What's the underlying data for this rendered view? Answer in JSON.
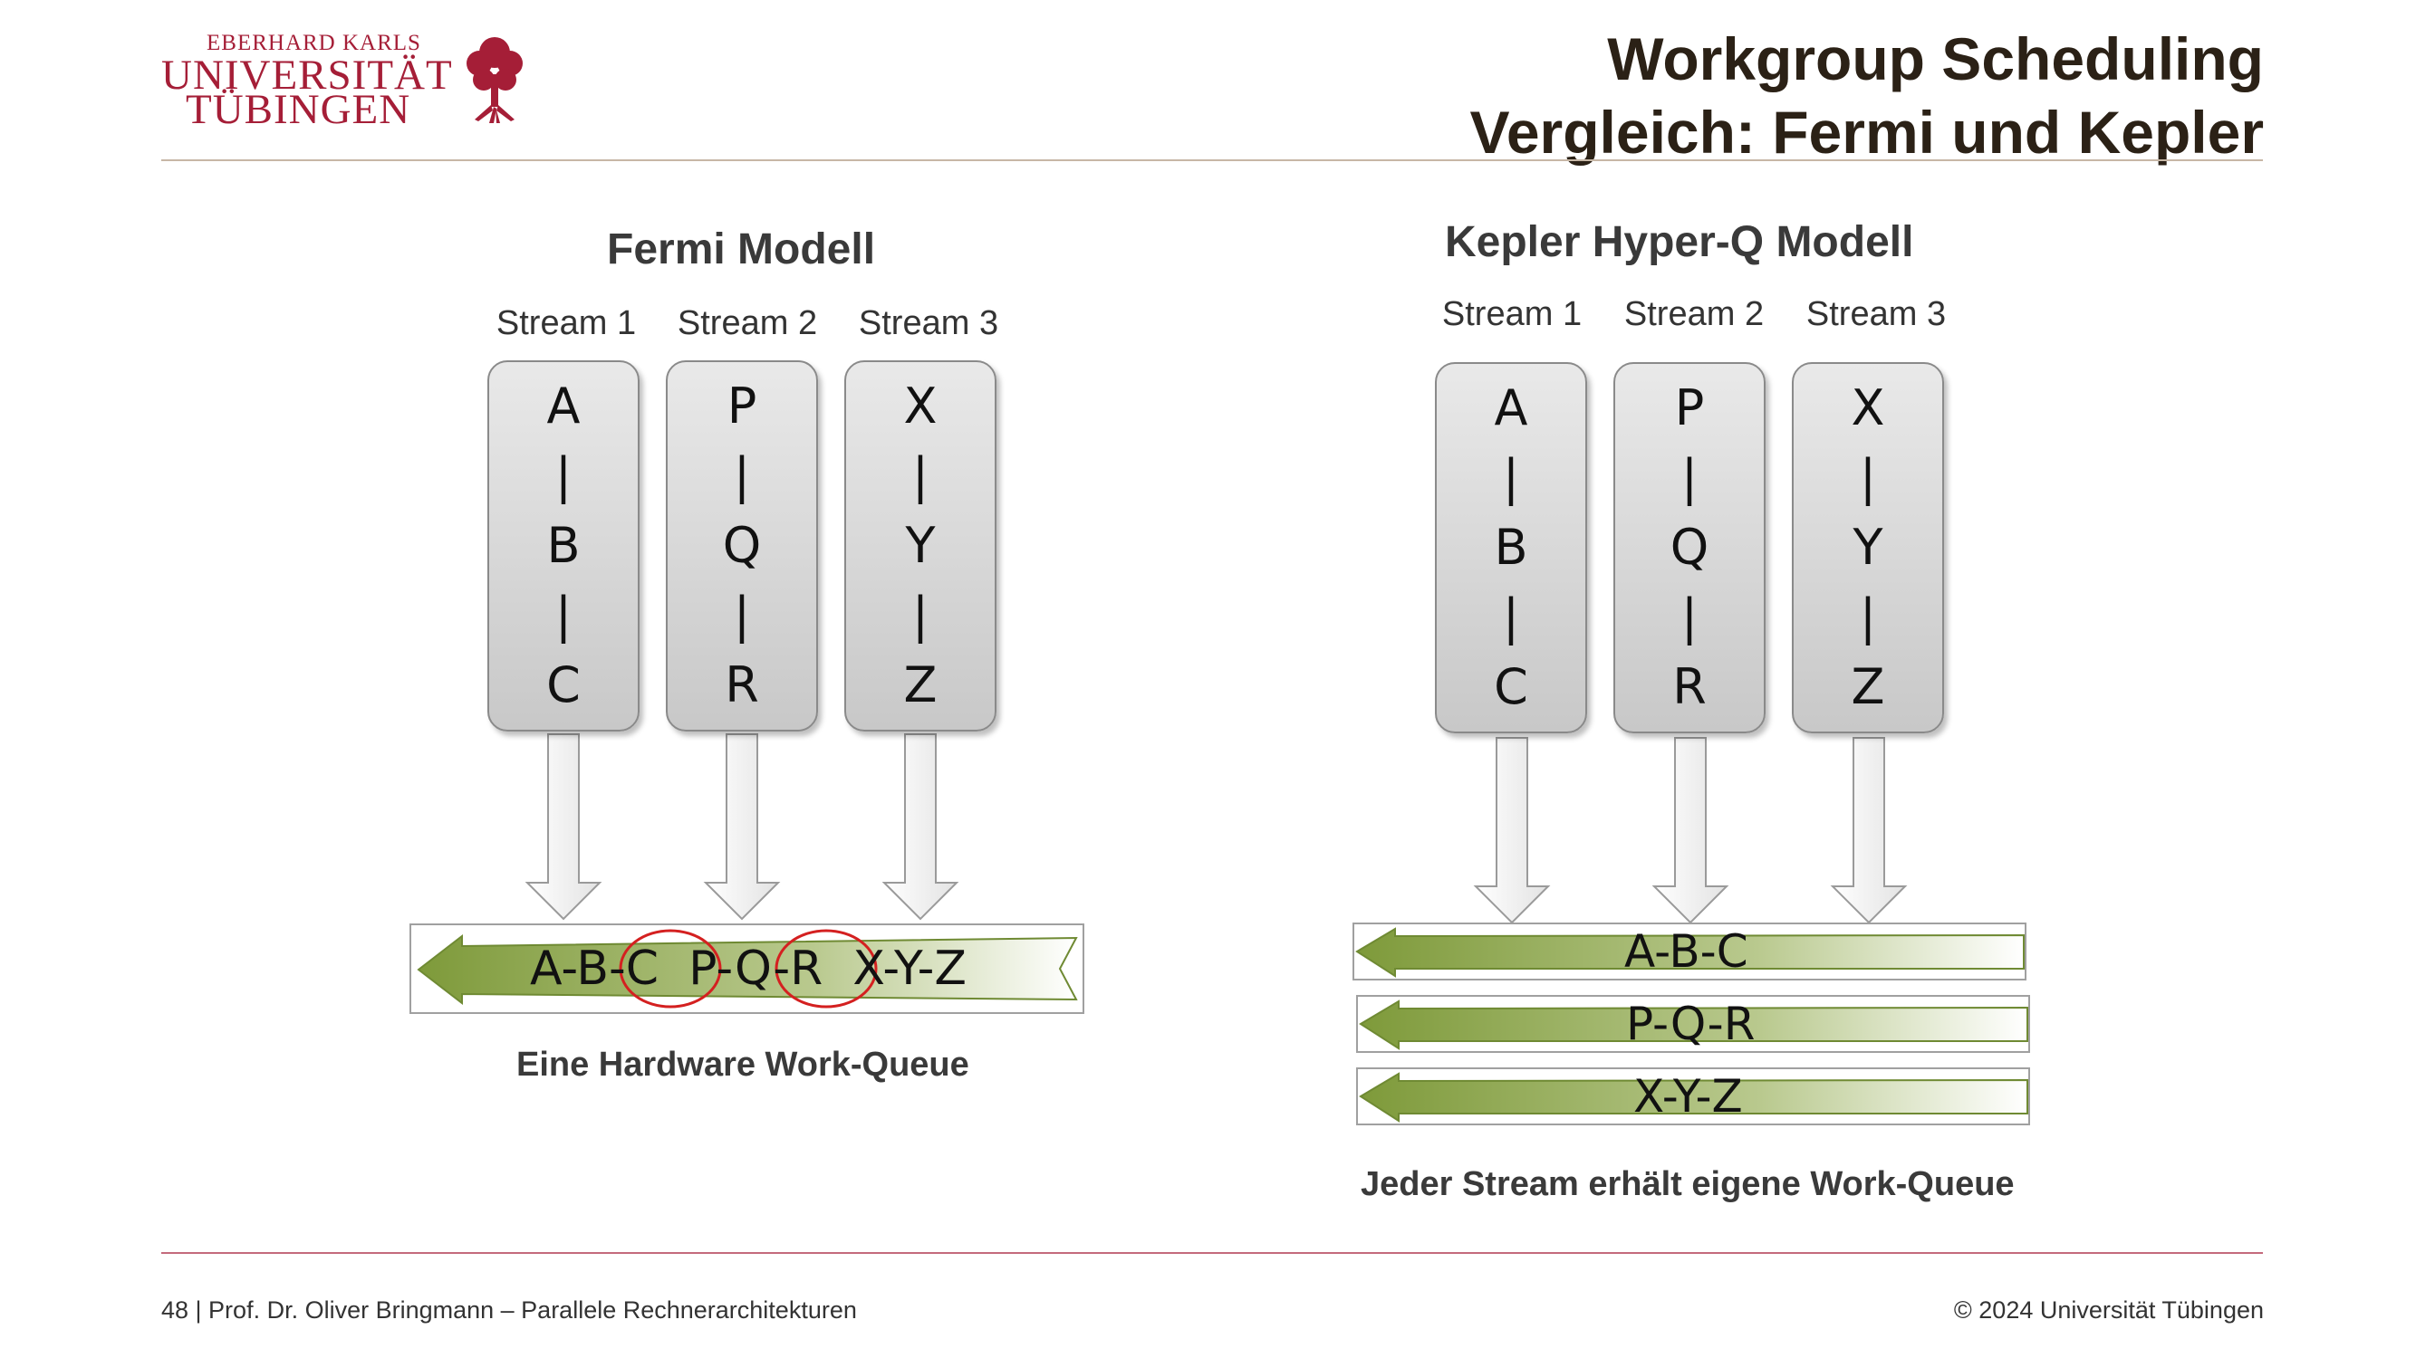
{
  "header": {
    "logo_line1": "EBERHARD KARLS",
    "logo_line2": "UNIVERSITÄT",
    "logo_line3": "TÜBINGEN",
    "title_line1": "Workgroup Scheduling",
    "title_line2": "Vergleich: Fermi und Kepler",
    "logo_color": "#a51e37"
  },
  "fermi": {
    "heading": "Fermi Modell",
    "streams": [
      {
        "label": "Stream 1",
        "items": [
          "A",
          "|",
          "B",
          "|",
          "C"
        ]
      },
      {
        "label": "Stream 2",
        "items": [
          "P",
          "|",
          "Q",
          "|",
          "R"
        ]
      },
      {
        "label": "Stream 3",
        "items": [
          "X",
          "|",
          "Y",
          "|",
          "Z"
        ]
      }
    ],
    "queue_text": "A-B-C  P-Q-R  X-Y-Z",
    "caption": "Eine Hardware Work-Queue"
  },
  "kepler": {
    "heading": "Kepler Hyper-Q Modell",
    "streams": [
      {
        "label": "Stream 1",
        "items": [
          "A",
          "|",
          "B",
          "|",
          "C"
        ]
      },
      {
        "label": "Stream 2",
        "items": [
          "P",
          "|",
          "Q",
          "|",
          "R"
        ]
      },
      {
        "label": "Stream 3",
        "items": [
          "X",
          "|",
          "Y",
          "|",
          "Z"
        ]
      }
    ],
    "queues": [
      "A-B-C",
      "P-Q-R",
      "X-Y-Z"
    ],
    "caption": "Jeder Stream erhält eigene Work-Queue"
  },
  "footer": {
    "left": "48 | Prof. Dr. Oliver Bringmann – Parallele Rechnerarchitekturen",
    "right": "© 2024 Universität Tübingen"
  },
  "colors": {
    "arrow_green_dark": "#7e9a3a",
    "arrow_green_light": "#ffffff",
    "highlight_circle": "#d42020"
  },
  "icons": [
    "tree-seal-icon"
  ]
}
